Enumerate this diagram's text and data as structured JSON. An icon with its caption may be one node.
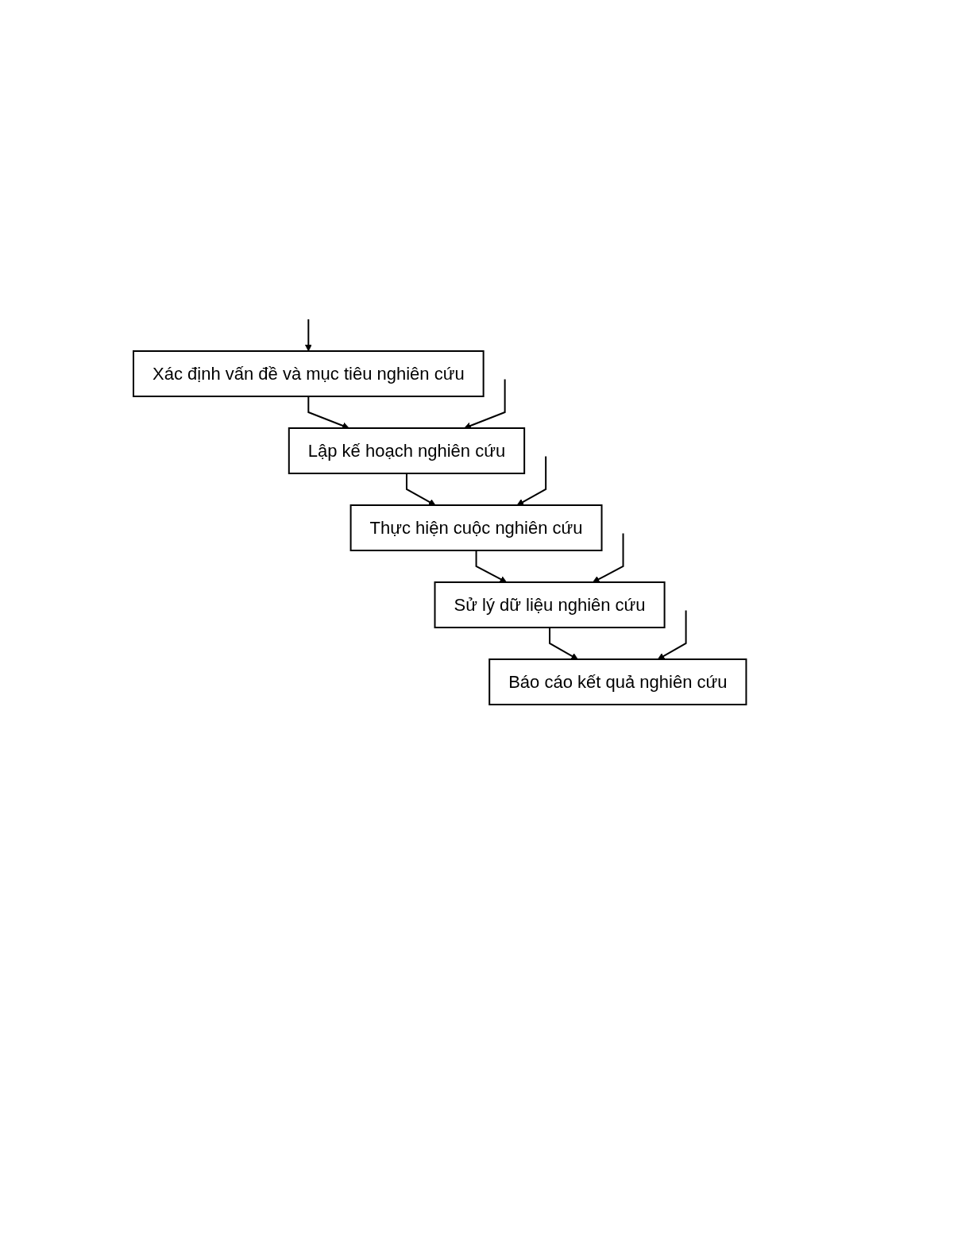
{
  "diagram": {
    "nodes": [
      {
        "text": [
          "Xác định vấn đề và mục tiêu nghiên cứu"
        ]
      },
      {
        "text": [
          "Lập kế hoạch nghiên cứu"
        ]
      },
      {
        "text": [
          "Thực hiện cuộc nghiên cứu"
        ]
      },
      {
        "text": [
          "Sử lý dữ liệu nghiên cứu"
        ]
      },
      {
        "text": [
          "Báo cáo kết quả nghiên cứu"
        ]
      }
    ],
    "edges": [
      {
        "from": 0,
        "to": 1,
        "arrow": "to"
      },
      {
        "from": 1,
        "to": 2,
        "arrow": "to"
      },
      {
        "from": 2,
        "to": 3,
        "arrow": "to"
      },
      {
        "from": 3,
        "to": 4,
        "arrow": "to"
      },
      {
        "from": null,
        "to": 0,
        "arrow": "to"
      },
      {
        "from": null,
        "to": 1,
        "arrow": "to"
      },
      {
        "from": null,
        "to": 2,
        "arrow": "to"
      },
      {
        "from": null,
        "to": 3,
        "arrow": "to"
      },
      {
        "from": null,
        "to": 4,
        "arrow": "to"
      }
    ]
  }
}
